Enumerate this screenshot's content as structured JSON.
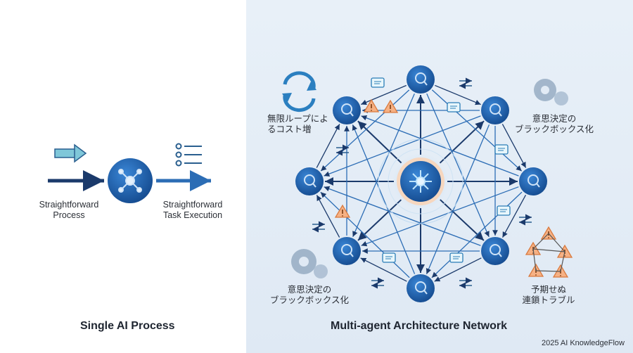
{
  "left": {
    "title": "Single AI Process",
    "label_process": "Straightforward\nProcess",
    "label_execution": "Straightforward\nTask Execution"
  },
  "right": {
    "title": "Multi-agent Architecture Network",
    "label_loop_cost": "無限ループによ\nるコスト増",
    "label_blackbox_top": "意思決定の\nブラックボックス化",
    "label_blackbox_bottom": "意思決定の\nブラックボックス化",
    "label_chain_trouble": "予期せぬ\n連鎖トラブル"
  },
  "footer": {
    "credit": "2025 AI KnowledgeFlow"
  },
  "colors": {
    "node_blue": "#1f5fb0",
    "arrow_navy": "#1b3a6b",
    "accent_light": "#5aa0d8",
    "warning": "#f1a06b"
  },
  "icons": [
    "arrow-right-icon",
    "list-icon",
    "refresh-icon",
    "gear-icon",
    "warning-icon",
    "chat-icon",
    "swap-icon"
  ]
}
